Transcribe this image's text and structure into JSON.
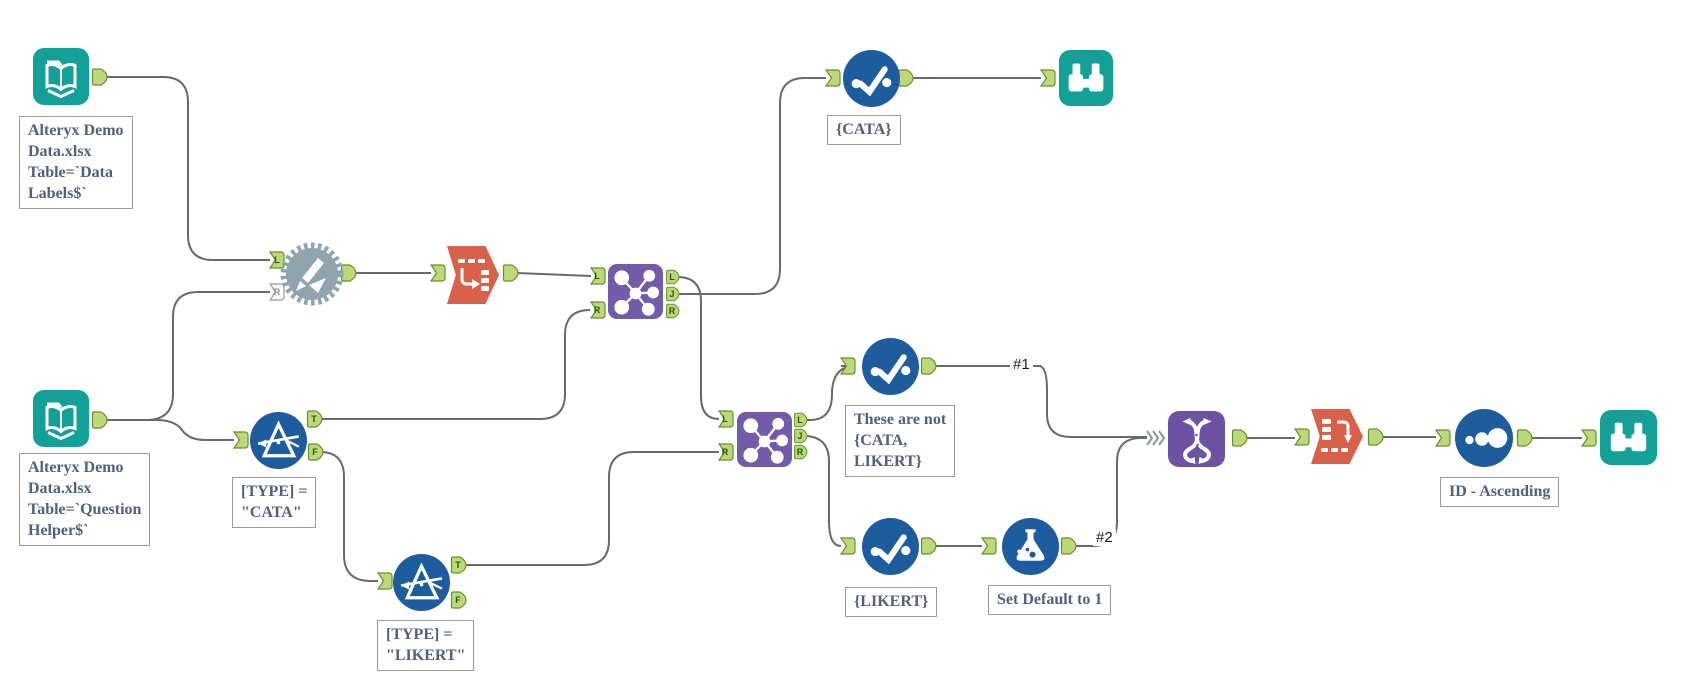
{
  "app": {
    "title": "Alteryx workflow canvas"
  },
  "anchor_letters": {
    "L": "L",
    "R": "R",
    "J": "J",
    "T": "T",
    "F": "F"
  },
  "nodes": {
    "input_data_labels": {
      "tool": "Input Data",
      "annotation": "Alteryx Demo\nData.xlsx\nTable=`Data\nLabels$`"
    },
    "input_question_helper": {
      "tool": "Input Data",
      "annotation": "Alteryx Demo\nData.xlsx\nTable=`Question\nHelper$`"
    },
    "dynamic_rename": {
      "tool": "Dynamic Rename"
    },
    "transpose": {
      "tool": "Transpose"
    },
    "join_1": {
      "tool": "Join"
    },
    "filter_cata": {
      "tool": "Filter",
      "annotation": "[TYPE] =\n\"CATA\""
    },
    "filter_likert": {
      "tool": "Filter",
      "annotation": "[TYPE] =\n\"LIKERT\""
    },
    "join_2": {
      "tool": "Join"
    },
    "select_cata": {
      "tool": "Select",
      "annotation": "{CATA}"
    },
    "select_not_cata_likert": {
      "tool": "Select",
      "annotation": "These are not\n{CATA,\nLIKERT}"
    },
    "select_likert": {
      "tool": "Select",
      "annotation": "{LIKERT}"
    },
    "formula_default": {
      "tool": "Formula",
      "annotation": "Set Default to 1"
    },
    "union": {
      "tool": "Union"
    },
    "cross_tab": {
      "tool": "Cross Tab"
    },
    "sort": {
      "tool": "Sort",
      "annotation": "ID - Ascending"
    },
    "browse_top": {
      "tool": "Browse"
    },
    "browse_end": {
      "tool": "Browse"
    }
  },
  "wire_labels": {
    "union_input_1": "#1",
    "union_input_2": "#2"
  },
  "connections": [
    {
      "from": "input_data_labels",
      "from_anchor": "out",
      "to": "dynamic_rename",
      "to_anchor": "L"
    },
    {
      "from": "input_question_helper",
      "from_anchor": "out",
      "to": "dynamic_rename",
      "to_anchor": "R"
    },
    {
      "from": "input_question_helper",
      "from_anchor": "out",
      "to": "filter_cata",
      "to_anchor": "in"
    },
    {
      "from": "dynamic_rename",
      "from_anchor": "out",
      "to": "transpose",
      "to_anchor": "in"
    },
    {
      "from": "transpose",
      "from_anchor": "out",
      "to": "join_1",
      "to_anchor": "L"
    },
    {
      "from": "filter_cata",
      "from_anchor": "T",
      "to": "join_1",
      "to_anchor": "R"
    },
    {
      "from": "filter_cata",
      "from_anchor": "F",
      "to": "filter_likert",
      "to_anchor": "in"
    },
    {
      "from": "join_1",
      "from_anchor": "J",
      "to": "select_cata",
      "to_anchor": "in"
    },
    {
      "from": "join_1",
      "from_anchor": "L",
      "to": "join_2",
      "to_anchor": "L"
    },
    {
      "from": "filter_likert",
      "from_anchor": "T",
      "to": "join_2",
      "to_anchor": "R"
    },
    {
      "from": "join_2",
      "from_anchor": "L",
      "to": "select_not_cata_likert",
      "to_anchor": "in"
    },
    {
      "from": "join_2",
      "from_anchor": "J",
      "to": "select_likert",
      "to_anchor": "in"
    },
    {
      "from": "select_cata",
      "from_anchor": "out",
      "to": "browse_top",
      "to_anchor": "in"
    },
    {
      "from": "select_not_cata_likert",
      "from_anchor": "out",
      "to": "union",
      "to_anchor": "multi-in",
      "label": "#1"
    },
    {
      "from": "select_likert",
      "from_anchor": "out",
      "to": "formula_default",
      "to_anchor": "in"
    },
    {
      "from": "formula_default",
      "from_anchor": "out",
      "to": "union",
      "to_anchor": "multi-in",
      "label": "#2"
    },
    {
      "from": "union",
      "from_anchor": "out",
      "to": "cross_tab",
      "to_anchor": "in"
    },
    {
      "from": "cross_tab",
      "from_anchor": "out",
      "to": "sort",
      "to_anchor": "in"
    },
    {
      "from": "sort",
      "from_anchor": "out",
      "to": "browse_end",
      "to_anchor": "in"
    }
  ],
  "colors": {
    "teal": "#13a197",
    "blue": "#1d5c9d",
    "join_purple": "#745BA9",
    "union_purple": "#6C52A0",
    "orange": "#d9614a",
    "gear_gray": "#90a4b0",
    "wire": "#6a6a6a",
    "anchor_fill": "#bcd878",
    "anchor_border": "#69902e",
    "annotation_text": "#51617d"
  }
}
